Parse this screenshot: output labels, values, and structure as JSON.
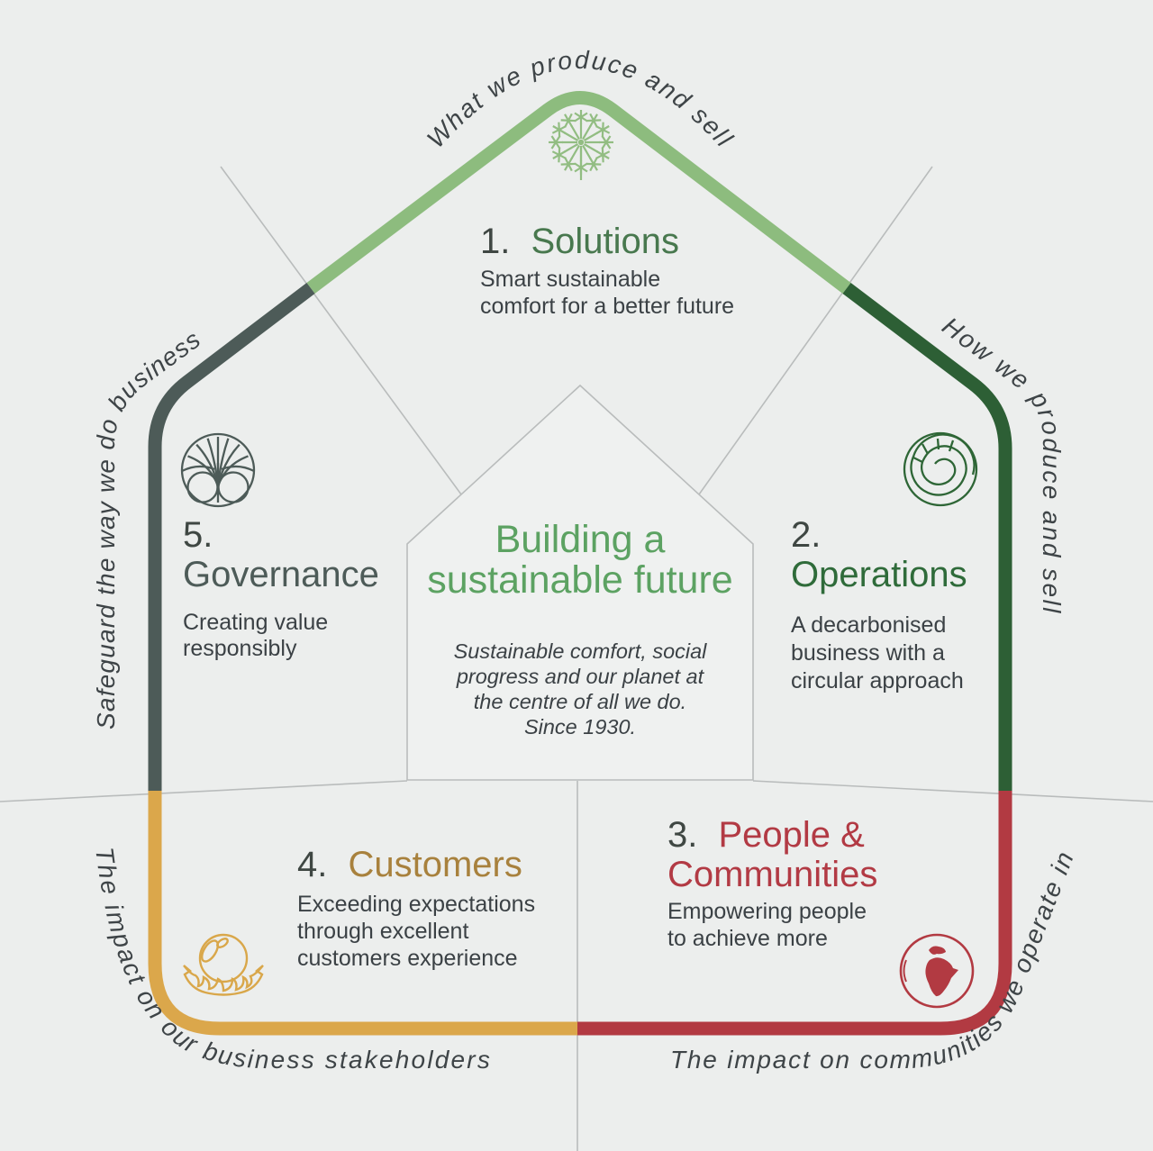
{
  "page": {
    "title": "Building a sustainable future"
  },
  "center": {
    "heading_line1": "Building a",
    "heading_line2": "sustainable future",
    "heading_color": "#5ca262",
    "body_lines": [
      "Sustainable comfort, social",
      "progress and our planet at",
      "the centre of all we do.",
      "Since 1930."
    ]
  },
  "sections": {
    "solutions": {
      "number": "1.",
      "name": "Solutions",
      "color": "#48784e",
      "stripe_color": "#8dbc7e",
      "desc_lines": [
        "Smart sustainable",
        "comfort for a better future"
      ],
      "icon": "dandelion-icon"
    },
    "operations": {
      "number": "2.",
      "name": "Operations",
      "color": "#2f6b3a",
      "stripe_color": "#2d5f35",
      "desc_lines": [
        "A decarbonised",
        "business with a",
        "circular approach"
      ],
      "icon": "nautilus-icon"
    },
    "people": {
      "number": "3.",
      "name_line1": "People &",
      "name_line2": "Communities",
      "color": "#b23a44",
      "stripe_color": "#b23a42",
      "desc_lines": [
        "Empowering people",
        "to achieve more"
      ],
      "icon": "globe-icon"
    },
    "customers": {
      "number": "4.",
      "name": "Customers",
      "color": "#a8813d",
      "stripe_color": "#dba74b",
      "desc_lines": [
        "Exceeding expectations",
        "through excellent",
        "customers experience"
      ],
      "icon": "pearl-icon"
    },
    "governance": {
      "number": "5.",
      "name": "Governance",
      "color": "#4d5b58",
      "stripe_color": "#4d5b58",
      "desc_lines": [
        "Creating value",
        "responsibly"
      ],
      "icon": "tree-icon"
    }
  },
  "edge_labels": {
    "top": "What we produce and sell",
    "right": "How we produce and sell",
    "bottom_right": "The impact on communities we operate in",
    "bottom_left": "The impact on our business stakeholders",
    "left": "Safeguard the way we do business"
  },
  "colors": {
    "background": "#eceeed",
    "line": "#b9bcbc",
    "number": "#3f4743",
    "body_text": "#3b4145",
    "label_text": "#3e4447"
  }
}
